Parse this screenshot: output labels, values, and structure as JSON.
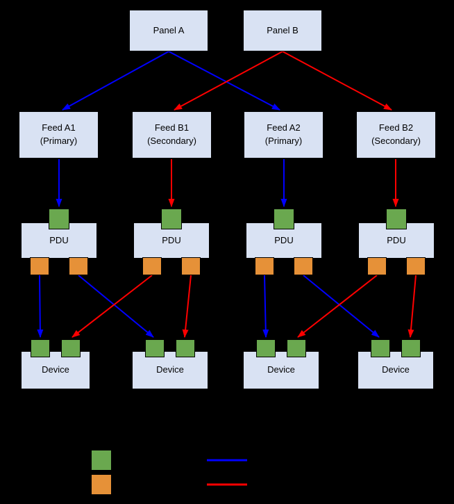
{
  "colors": {
    "background": "#000000",
    "box_fill": "#d9e2f3",
    "box_border": "#000000",
    "primary_line": "#0000ff",
    "secondary_line": "#ff0000",
    "input_port": "#6aa84f",
    "output_port": "#e69138"
  },
  "panels": [
    {
      "label": "Panel A"
    },
    {
      "label": "Panel B"
    }
  ],
  "feeds": [
    {
      "name": "Feed A1",
      "role": "(Primary)"
    },
    {
      "name": "Feed B1",
      "role": "(Secondary)"
    },
    {
      "name": "Feed A2",
      "role": "(Primary)"
    },
    {
      "name": "Feed B2",
      "role": "(Secondary)"
    }
  ],
  "pdus": [
    {
      "label": "PDU"
    },
    {
      "label": "PDU"
    },
    {
      "label": "PDU"
    },
    {
      "label": "PDU"
    }
  ],
  "devices": [
    {
      "label": "Device"
    },
    {
      "label": "Device"
    },
    {
      "label": "Device"
    },
    {
      "label": "Device"
    }
  ],
  "legend": {
    "input_port_color": "#6aa84f",
    "output_port_color": "#e69138",
    "primary_line_color": "#0000ff",
    "secondary_line_color": "#ff0000"
  }
}
